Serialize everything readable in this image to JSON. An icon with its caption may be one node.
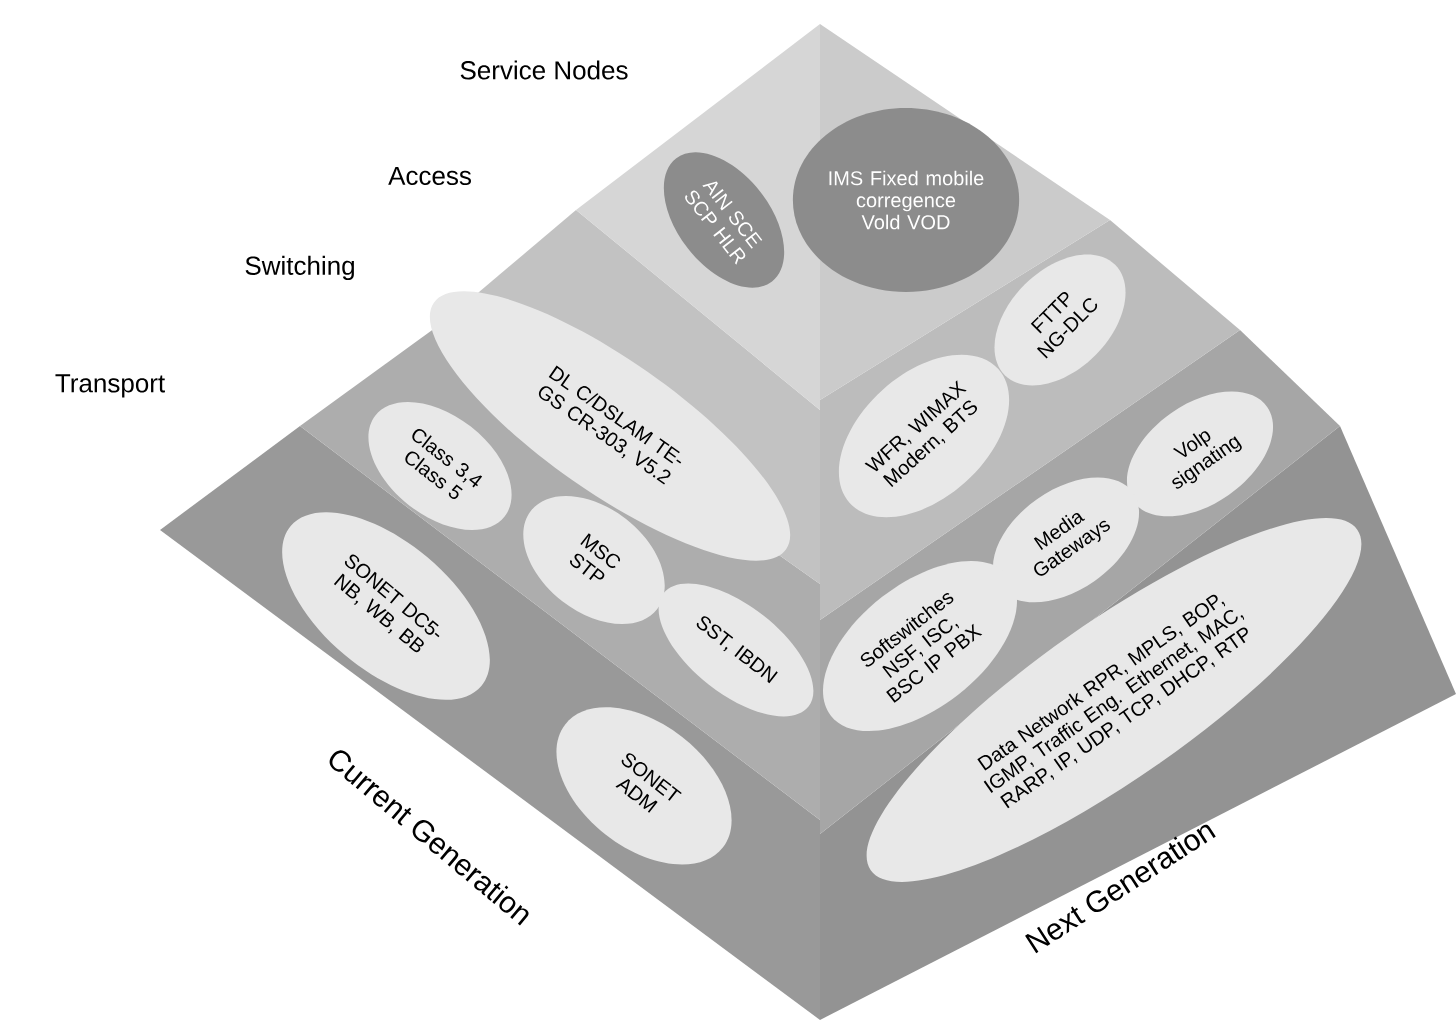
{
  "diagram": {
    "nodes": [
      {
        "text": [
          "IMS Fixed mobile corregence Vold VOD"
        ]
      },
      {
        "text": [
          "AIN SCE SCP HLR"
        ]
      },
      {
        "text": [
          "FTTP NG-DLC"
        ]
      },
      {
        "text": [
          "DL C/DSLAM TE-GS CR-303, V5.2"
        ]
      },
      {
        "text": [
          "WFR, WIMAX Modern, BTS"
        ]
      },
      {
        "text": [
          "Volp signating"
        ]
      },
      {
        "text": [
          "Class 3,4 Class 5"
        ]
      },
      {
        "text": [
          "Media Gateways"
        ]
      },
      {
        "text": [
          "MSC STP"
        ]
      },
      {
        "text": [
          "SONET DC5-NB, WB, BB"
        ]
      },
      {
        "text": [
          "Softswitches NSF, ISC, BSC IP PBX"
        ]
      },
      {
        "text": [
          "SST, IBDN"
        ]
      },
      {
        "text": [
          "Data Network RPR, MPLS, BOP, IGMP, Traffic Eng. Ethernet, MAC, RARP, IP, UDP, TCP, DHCP, RTP"
        ]
      },
      {
        "text": [
          "SONET ADM"
        ]
      }
    ],
    "labels": [
      "Service Nodes",
      "Access",
      "Switching",
      "Transport",
      "Current Generation",
      "Next Generation"
    ]
  }
}
